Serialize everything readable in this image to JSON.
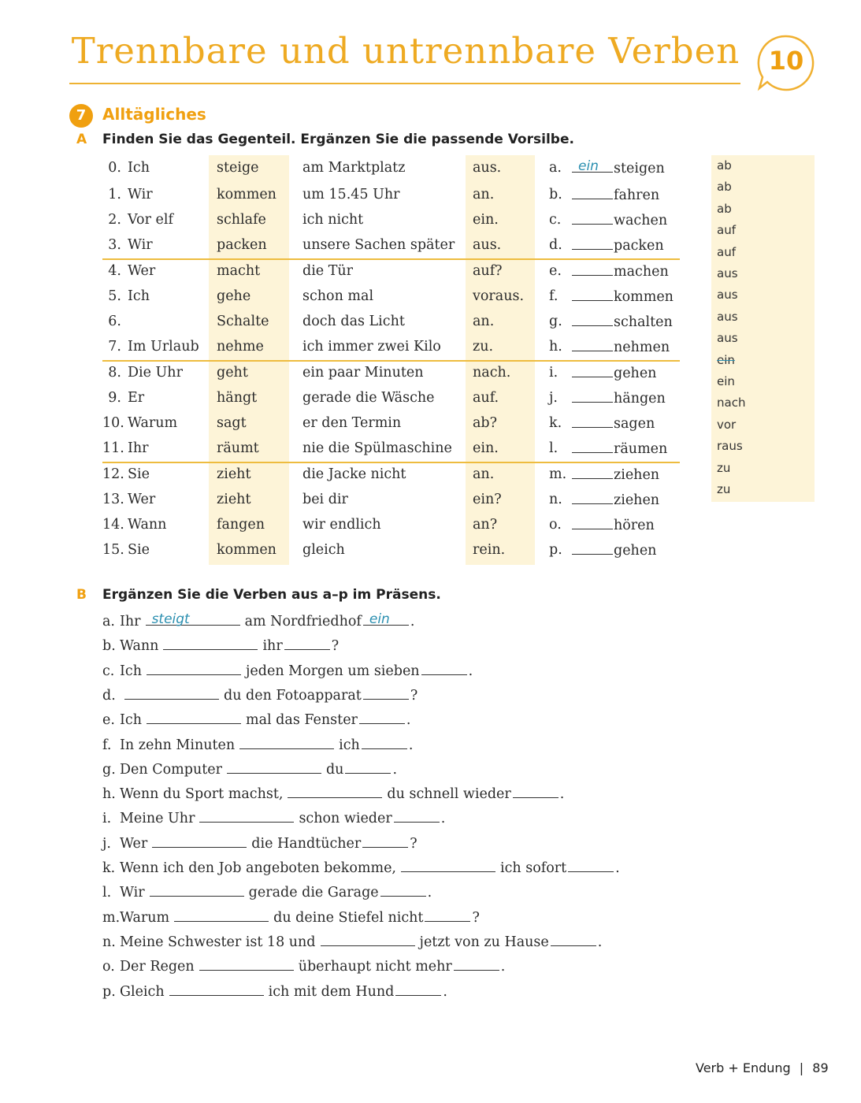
{
  "header": {
    "title": "Trennbare und untrennbare Verben",
    "chapter": "10"
  },
  "exercise": {
    "number": "7",
    "title": "Alltägliches"
  },
  "partA": {
    "letter": "A",
    "instruction": "Finden Sie das Gegenteil. Ergänzen Sie die passende Vorsilbe.",
    "rows": [
      {
        "num": "0.",
        "subject": "Ich",
        "verb": "steige",
        "rest": "am Marktplatz",
        "prefix": "aus.",
        "letter": "a.",
        "answer": "ein",
        "stem": "steigen"
      },
      {
        "num": "1.",
        "subject": "Wir",
        "verb": "kommen",
        "rest": "um 15.45 Uhr",
        "prefix": "an.",
        "letter": "b.",
        "answer": "",
        "stem": "fahren"
      },
      {
        "num": "2.",
        "subject": "Vor elf",
        "verb": "schlafe",
        "rest": "ich nicht",
        "prefix": "ein.",
        "letter": "c.",
        "answer": "",
        "stem": "wachen"
      },
      {
        "num": "3.",
        "subject": "Wir",
        "verb": "packen",
        "rest": "unsere Sachen später",
        "prefix": "aus.",
        "letter": "d.",
        "answer": "",
        "stem": "packen"
      },
      {
        "num": "4.",
        "subject": "Wer",
        "verb": "macht",
        "rest": "die Tür",
        "prefix": "auf?",
        "letter": "e.",
        "answer": "",
        "stem": "machen"
      },
      {
        "num": "5.",
        "subject": "Ich",
        "verb": "gehe",
        "rest": "schon mal",
        "prefix": "voraus.",
        "letter": "f.",
        "answer": "",
        "stem": "kommen"
      },
      {
        "num": "6.",
        "subject": "",
        "verb": "Schalte",
        "rest": "doch das Licht",
        "prefix": "an.",
        "letter": "g.",
        "answer": "",
        "stem": "schalten"
      },
      {
        "num": "7.",
        "subject": "Im Urlaub",
        "verb": "nehme",
        "rest": "ich immer zwei Kilo",
        "prefix": "zu.",
        "letter": "h.",
        "answer": "",
        "stem": "nehmen"
      },
      {
        "num": "8.",
        "subject": "Die Uhr",
        "verb": "geht",
        "rest": "ein paar Minuten",
        "prefix": "nach.",
        "letter": "i.",
        "answer": "",
        "stem": "gehen"
      },
      {
        "num": "9.",
        "subject": "Er",
        "verb": "hängt",
        "rest": "gerade die Wäsche",
        "prefix": "auf.",
        "letter": "j.",
        "answer": "",
        "stem": "hängen"
      },
      {
        "num": "10.",
        "subject": "Warum",
        "verb": "sagt",
        "rest": "er den Termin",
        "prefix": "ab?",
        "letter": "k.",
        "answer": "",
        "stem": "sagen"
      },
      {
        "num": "11.",
        "subject": "Ihr",
        "verb": "räumt",
        "rest": "nie die Spülmaschine",
        "prefix": "ein.",
        "letter": "l.",
        "answer": "",
        "stem": "räumen"
      },
      {
        "num": "12.",
        "subject": "Sie",
        "verb": "zieht",
        "rest": "die Jacke nicht",
        "prefix": "an.",
        "letter": "m.",
        "answer": "",
        "stem": "ziehen"
      },
      {
        "num": "13.",
        "subject": "Wer",
        "verb": "zieht",
        "rest": "bei dir",
        "prefix": "ein?",
        "letter": "n.",
        "answer": "",
        "stem": "ziehen"
      },
      {
        "num": "14.",
        "subject": "Wann",
        "verb": "fangen",
        "rest": "wir endlich",
        "prefix": "an?",
        "letter": "o.",
        "answer": "",
        "stem": "hören"
      },
      {
        "num": "15.",
        "subject": "Sie",
        "verb": "kommen",
        "rest": "gleich",
        "prefix": "rein.",
        "letter": "p.",
        "answer": "",
        "stem": "gehen"
      }
    ],
    "wordbank": [
      {
        "word": "ab",
        "used": false
      },
      {
        "word": "ab",
        "used": false
      },
      {
        "word": "ab",
        "used": false
      },
      {
        "word": "auf",
        "used": false
      },
      {
        "word": "auf",
        "used": false
      },
      {
        "word": "aus",
        "used": false
      },
      {
        "word": "aus",
        "used": false
      },
      {
        "word": "aus",
        "used": false
      },
      {
        "word": "aus",
        "used": false
      },
      {
        "word": "ein",
        "used": true
      },
      {
        "word": "ein",
        "used": false
      },
      {
        "word": "nach",
        "used": false
      },
      {
        "word": "vor",
        "used": false
      },
      {
        "word": "raus",
        "used": false
      },
      {
        "word": "zu",
        "used": false
      },
      {
        "word": "zu",
        "used": false
      }
    ]
  },
  "partB": {
    "letter": "B",
    "instruction": "Ergänzen Sie die Verben aus a–p im Präsens.",
    "lines": [
      {
        "letter": "a.",
        "parts": [
          {
            "t": "Ihr"
          },
          {
            "gap": "long",
            "answer": "steigt"
          },
          {
            "t": "am Nordfriedhof"
          },
          {
            "gap": "short",
            "answer": "ein"
          },
          {
            "t": "."
          }
        ]
      },
      {
        "letter": "b.",
        "parts": [
          {
            "t": "Wann"
          },
          {
            "gap": "long"
          },
          {
            "t": "ihr"
          },
          {
            "gap": "short"
          },
          {
            "t": "?"
          }
        ]
      },
      {
        "letter": "c.",
        "parts": [
          {
            "t": "Ich"
          },
          {
            "gap": "long"
          },
          {
            "t": "jeden Morgen um sieben"
          },
          {
            "gap": "short"
          },
          {
            "t": "."
          }
        ]
      },
      {
        "letter": "d.",
        "parts": [
          {
            "gap": "long"
          },
          {
            "t": "du den Fotoapparat"
          },
          {
            "gap": "short"
          },
          {
            "t": "?"
          }
        ]
      },
      {
        "letter": "e.",
        "parts": [
          {
            "t": "Ich"
          },
          {
            "gap": "long"
          },
          {
            "t": "mal das Fenster"
          },
          {
            "gap": "short"
          },
          {
            "t": "."
          }
        ]
      },
      {
        "letter": "f.",
        "parts": [
          {
            "t": "In zehn Minuten"
          },
          {
            "gap": "long"
          },
          {
            "t": "ich"
          },
          {
            "gap": "short"
          },
          {
            "t": "."
          }
        ]
      },
      {
        "letter": "g.",
        "parts": [
          {
            "t": "Den Computer"
          },
          {
            "gap": "long"
          },
          {
            "t": "du"
          },
          {
            "gap": "short"
          },
          {
            "t": "."
          }
        ]
      },
      {
        "letter": "h.",
        "parts": [
          {
            "t": "Wenn du Sport machst,"
          },
          {
            "gap": "long"
          },
          {
            "t": "du schnell wieder"
          },
          {
            "gap": "short"
          },
          {
            "t": "."
          }
        ]
      },
      {
        "letter": "i.",
        "parts": [
          {
            "t": "Meine Uhr"
          },
          {
            "gap": "long"
          },
          {
            "t": "schon wieder"
          },
          {
            "gap": "short"
          },
          {
            "t": "."
          }
        ]
      },
      {
        "letter": "j.",
        "parts": [
          {
            "t": "Wer"
          },
          {
            "gap": "long"
          },
          {
            "t": "die Handtücher"
          },
          {
            "gap": "short"
          },
          {
            "t": "?"
          }
        ]
      },
      {
        "letter": "k.",
        "parts": [
          {
            "t": "Wenn ich den Job angeboten bekomme,"
          },
          {
            "gap": "long"
          },
          {
            "t": "ich sofort"
          },
          {
            "gap": "short"
          },
          {
            "t": "."
          }
        ]
      },
      {
        "letter": "l.",
        "parts": [
          {
            "t": "Wir"
          },
          {
            "gap": "long"
          },
          {
            "t": "gerade die Garage"
          },
          {
            "gap": "short"
          },
          {
            "t": "."
          }
        ]
      },
      {
        "letter": "m.",
        "parts": [
          {
            "t": "Warum"
          },
          {
            "gap": "long"
          },
          {
            "t": "du deine Stiefel nicht"
          },
          {
            "gap": "short"
          },
          {
            "t": "?"
          }
        ]
      },
      {
        "letter": "n.",
        "parts": [
          {
            "t": "Meine Schwester ist 18 und"
          },
          {
            "gap": "long"
          },
          {
            "t": "jetzt von zu Hause"
          },
          {
            "gap": "short"
          },
          {
            "t": "."
          }
        ]
      },
      {
        "letter": "o.",
        "parts": [
          {
            "t": "Der Regen"
          },
          {
            "gap": "long"
          },
          {
            "t": "überhaupt nicht mehr"
          },
          {
            "gap": "short"
          },
          {
            "t": "."
          }
        ]
      },
      {
        "letter": "p.",
        "parts": [
          {
            "t": "Gleich"
          },
          {
            "gap": "long"
          },
          {
            "t": "ich mit dem Hund"
          },
          {
            "gap": "short"
          },
          {
            "t": "."
          }
        ]
      }
    ]
  },
  "footer": {
    "section": "Verb + Endung",
    "divider": "|",
    "page": "89"
  },
  "colors": {
    "accent": "#f0a010",
    "shade": "#fdf4d8",
    "handwriting": "#2b8fb0"
  }
}
